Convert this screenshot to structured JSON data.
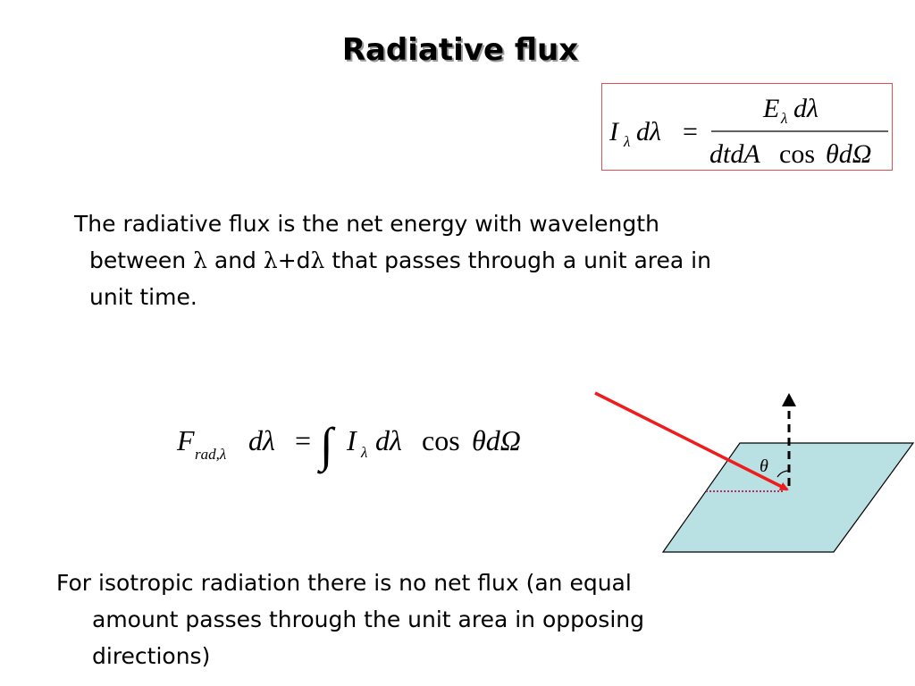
{
  "slide": {
    "title": "Radiative flux",
    "para1": {
      "line1": "The radiative flux is the net energy with wavelength",
      "line2_a": "between ",
      "lambda": "λ",
      "line2_b": " and ",
      "line2_c": "+d",
      "line2_d": " that passes through a unit area in",
      "line3": "unit time."
    },
    "para2": {
      "line1": "For isotropic radiation there is no net flux (an equal",
      "line2": "amount passes through the unit area in opposing",
      "line3": "directions)"
    },
    "eq1": {
      "lhs_I": "I",
      "lhs_sub": "λ",
      "lhs_d": "dλ",
      "eq": "=",
      "num_E": "E",
      "num_sub": "λ",
      "num_d": "dλ",
      "den": "dtdA",
      "den_cos": "cos",
      "den_theta": "θdΩ"
    },
    "eq2": {
      "F": "F",
      "F_sub": "rad,λ",
      "dlam": "dλ",
      "eq": "=",
      "integral": "∫",
      "I": "I",
      "I_sub": "λ",
      "dlam2": "dλ",
      "cos": "cos",
      "theta_dOmega": "θdΩ"
    },
    "diagram": {
      "theta_label": "θ",
      "plane_color": "#b9e0e2",
      "ray_color": "#ee1c1c",
      "projection_color": "#b03060"
    }
  }
}
